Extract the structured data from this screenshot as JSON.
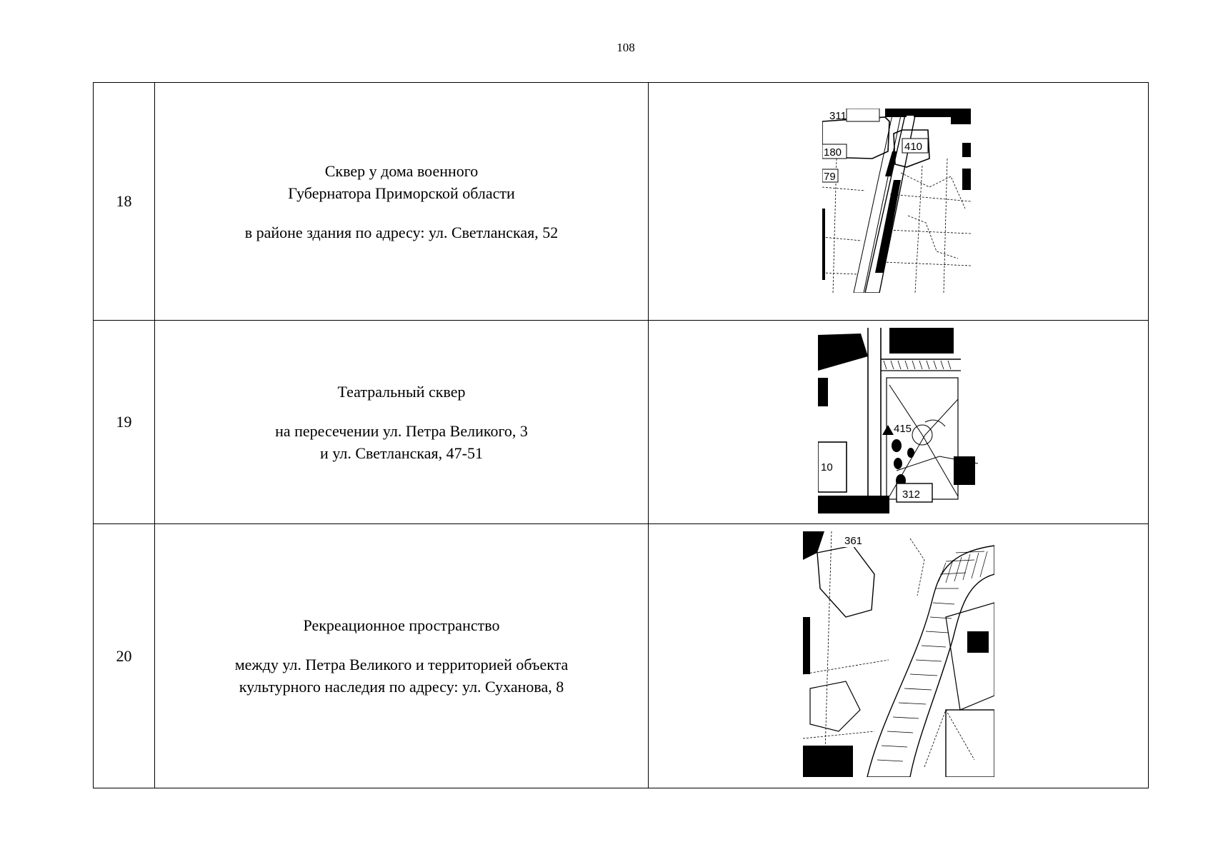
{
  "page": {
    "number": "108"
  },
  "rows": [
    {
      "num": "18",
      "title_lines": [
        "Сквер у дома военного",
        "Губернатора Приморской области"
      ],
      "address_lines": [
        "в районе здания по адресу: ул. Светланская, 52"
      ],
      "map_labels": [
        "311",
        "410",
        "180",
        "79"
      ]
    },
    {
      "num": "19",
      "title_lines": [
        "Театральный сквер"
      ],
      "address_lines": [
        "на пересечении ул. Петра Великого, 3",
        "и ул. Светланская, 47-51"
      ],
      "map_labels": [
        "415",
        "10",
        "312"
      ]
    },
    {
      "num": "20",
      "title_lines": [
        "Рекреационное пространство"
      ],
      "address_lines": [
        "между ул. Петра Великого и территорией объекта",
        "культурного наследия по адресу: ул. Суханова, 8"
      ],
      "map_labels": [
        "361"
      ]
    }
  ]
}
